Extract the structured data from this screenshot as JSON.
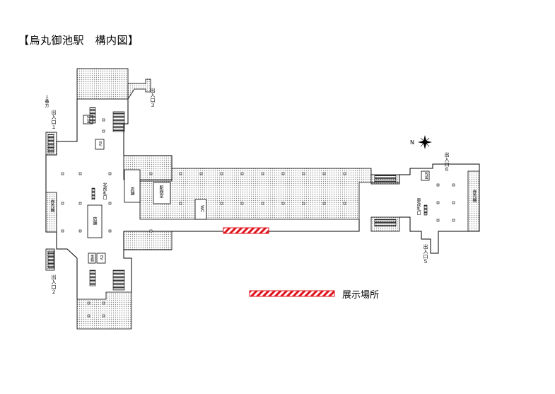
{
  "title": "【烏丸御池駅　構内図】",
  "labels": {
    "exit1": "出入口１",
    "exit1_sub": "１番方",
    "exit2": "出入口２",
    "exit3": "出入口３",
    "exit5": "出入口５",
    "exit6": "出入口６",
    "ticket_left": "券売機",
    "ticket_right": "券売機",
    "gate_north": "北改札口",
    "gate_east": "東改札口",
    "shop_left": "店舗",
    "shop_center": "店舗",
    "station_office": "駅務室",
    "wc": "WC",
    "atm_left": "ATM",
    "atm_right": "ATM",
    "ev_top": "EV",
    "ev_bottom": "EV",
    "office_small": "事務",
    "compass_n": "N"
  },
  "legend": {
    "label": "展示場所",
    "color": "#e0141e"
  },
  "colors": {
    "stipple": "#bdbdbd",
    "exhibit": "#e0141e"
  }
}
